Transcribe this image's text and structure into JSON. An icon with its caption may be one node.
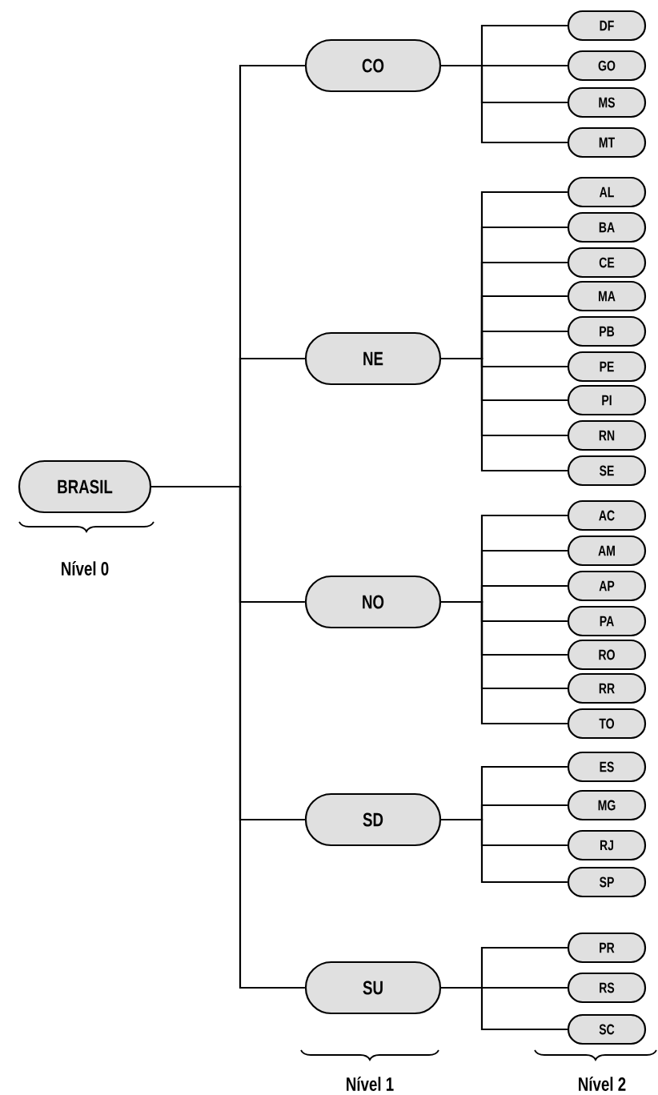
{
  "diagram": {
    "nodes": [
      {
        "text": [
          "BRASIL"
        ]
      },
      {
        "text": [
          "CO"
        ]
      },
      {
        "text": [
          "DF"
        ]
      },
      {
        "text": [
          "GO"
        ]
      },
      {
        "text": [
          "MS"
        ]
      },
      {
        "text": [
          "MT"
        ]
      },
      {
        "text": [
          "NE"
        ]
      },
      {
        "text": [
          "AL"
        ]
      },
      {
        "text": [
          "BA"
        ]
      },
      {
        "text": [
          "CE"
        ]
      },
      {
        "text": [
          "MA"
        ]
      },
      {
        "text": [
          "PB"
        ]
      },
      {
        "text": [
          "PE"
        ]
      },
      {
        "text": [
          "PI"
        ]
      },
      {
        "text": [
          "RN"
        ]
      },
      {
        "text": [
          "SE"
        ]
      },
      {
        "text": [
          "NO"
        ]
      },
      {
        "text": [
          "AC"
        ]
      },
      {
        "text": [
          "AM"
        ]
      },
      {
        "text": [
          "AP"
        ]
      },
      {
        "text": [
          "PA"
        ]
      },
      {
        "text": [
          "RO"
        ]
      },
      {
        "text": [
          "RR"
        ]
      },
      {
        "text": [
          "TO"
        ]
      },
      {
        "text": [
          "SD"
        ]
      },
      {
        "text": [
          "ES"
        ]
      },
      {
        "text": [
          "MG"
        ]
      },
      {
        "text": [
          "RJ"
        ]
      },
      {
        "text": [
          "SP"
        ]
      },
      {
        "text": [
          "SU"
        ]
      },
      {
        "text": [
          "PR"
        ]
      },
      {
        "text": [
          "RS"
        ]
      },
      {
        "text": [
          "SC"
        ]
      }
    ],
    "edges": [
      {
        "from": 0,
        "to": 1,
        "arrow": "none"
      },
      {
        "from": 1,
        "to": 2,
        "arrow": "none"
      },
      {
        "from": 1,
        "to": 3,
        "arrow": "none"
      },
      {
        "from": 1,
        "to": 4,
        "arrow": "none"
      },
      {
        "from": 1,
        "to": 5,
        "arrow": "none"
      },
      {
        "from": 0,
        "to": 6,
        "arrow": "none"
      },
      {
        "from": 6,
        "to": 7,
        "arrow": "none"
      },
      {
        "from": 6,
        "to": 8,
        "arrow": "none"
      },
      {
        "from": 6,
        "to": 9,
        "arrow": "none"
      },
      {
        "from": 6,
        "to": 10,
        "arrow": "none"
      },
      {
        "from": 6,
        "to": 11,
        "arrow": "none"
      },
      {
        "from": 6,
        "to": 12,
        "arrow": "none"
      },
      {
        "from": 6,
        "to": 13,
        "arrow": "none"
      },
      {
        "from": 6,
        "to": 14,
        "arrow": "none"
      },
      {
        "from": 6,
        "to": 15,
        "arrow": "none"
      },
      {
        "from": 0,
        "to": 16,
        "arrow": "none"
      },
      {
        "from": 16,
        "to": 17,
        "arrow": "none"
      },
      {
        "from": 16,
        "to": 18,
        "arrow": "none"
      },
      {
        "from": 16,
        "to": 19,
        "arrow": "none"
      },
      {
        "from": 16,
        "to": 20,
        "arrow": "none"
      },
      {
        "from": 16,
        "to": 21,
        "arrow": "none"
      },
      {
        "from": 16,
        "to": 22,
        "arrow": "none"
      },
      {
        "from": 16,
        "to": 23,
        "arrow": "none"
      },
      {
        "from": 0,
        "to": 24,
        "arrow": "none"
      },
      {
        "from": 24,
        "to": 25,
        "arrow": "none"
      },
      {
        "from": 24,
        "to": 26,
        "arrow": "none"
      },
      {
        "from": 24,
        "to": 27,
        "arrow": "none"
      },
      {
        "from": 24,
        "to": 28,
        "arrow": "none"
      },
      {
        "from": 0,
        "to": 29,
        "arrow": "none"
      },
      {
        "from": 29,
        "to": 30,
        "arrow": "none"
      },
      {
        "from": 29,
        "to": 31,
        "arrow": "none"
      },
      {
        "from": 29,
        "to": 32,
        "arrow": "none"
      }
    ],
    "labels": [
      "Nível 0",
      "Nível 1",
      "Nível 2"
    ]
  }
}
